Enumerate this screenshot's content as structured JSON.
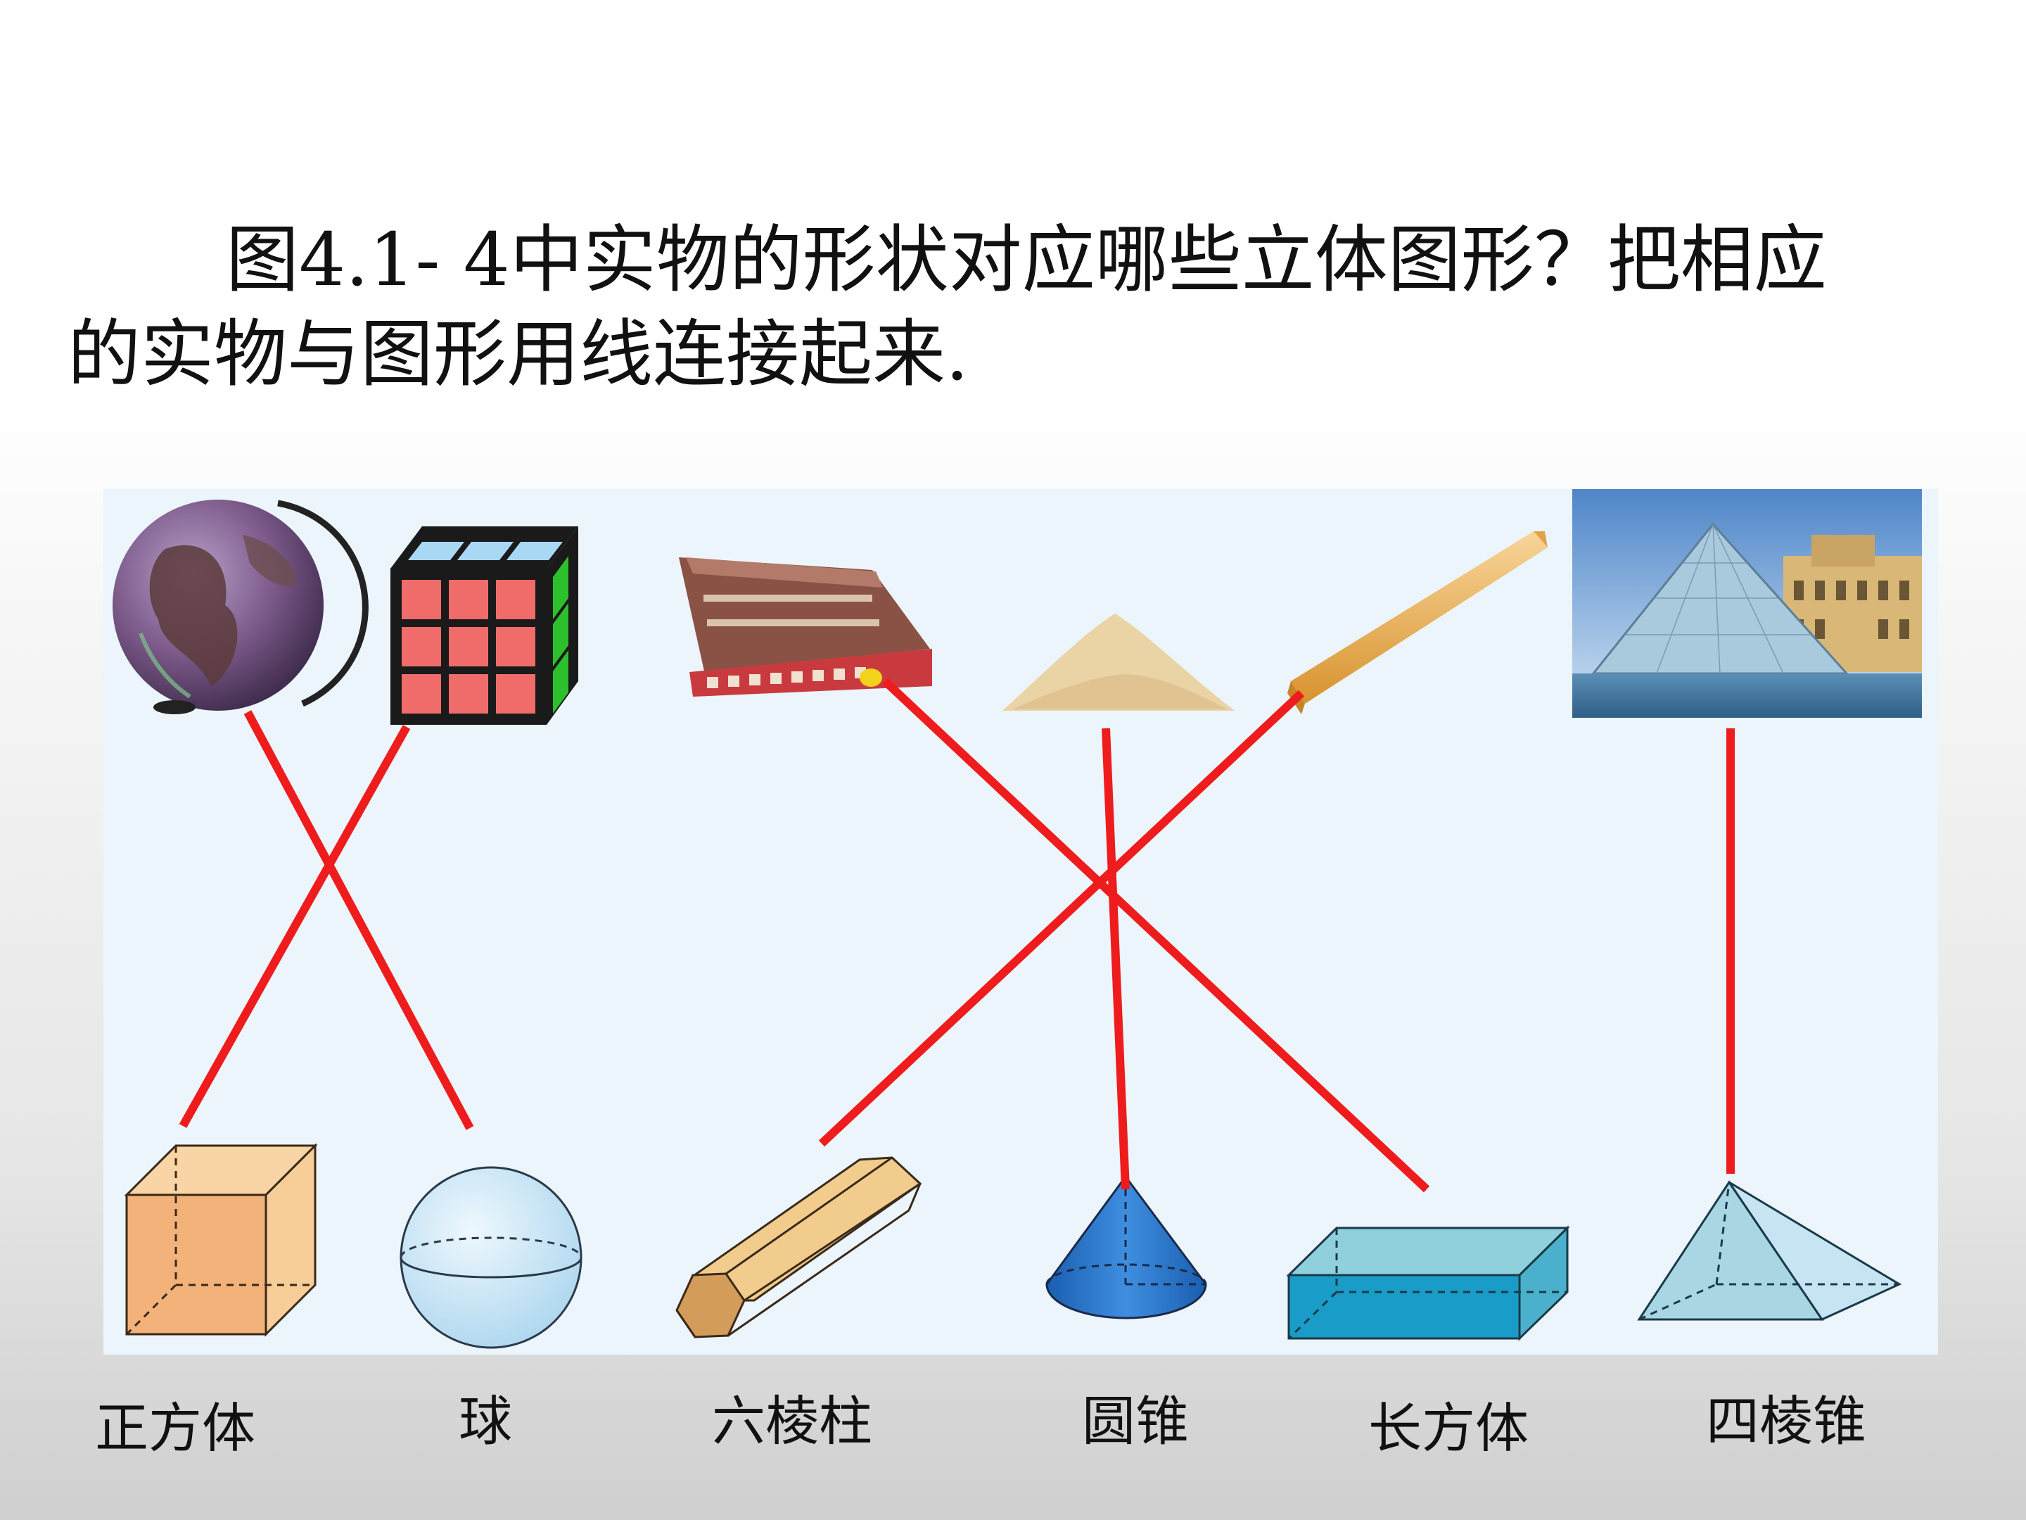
{
  "question": {
    "line1": "图4.1- 4中实物的形状对应哪些立体图形？把相应",
    "line2": "的实物与图形用线连接起来."
  },
  "labels": {
    "cube": "正方体",
    "sphere": "球",
    "hex_prism": "六棱柱",
    "cone": "圆锥",
    "cuboid": "长方体",
    "square_pyramid": "四棱锥"
  },
  "colors": {
    "connector": "#ee1c1c",
    "panel": "#ebf5fb",
    "cube_fill": "#f2b27a",
    "sphere_fill": "#cfe8f7",
    "prism_fill": "#f0c988",
    "cone_fill": "#2a7bd0",
    "cuboid_fill": "#1a9cc8",
    "pyramid_fill": "#b9dde8"
  },
  "matches": [
    {
      "object": "globe",
      "shape": "sphere"
    },
    {
      "object": "rubiks-cube",
      "shape": "cube"
    },
    {
      "object": "matchbox",
      "shape": "cuboid"
    },
    {
      "object": "sand-pile",
      "shape": "cone"
    },
    {
      "object": "pencil",
      "shape": "hex_prism"
    },
    {
      "object": "louvre-pyramid",
      "shape": "square_pyramid"
    }
  ]
}
